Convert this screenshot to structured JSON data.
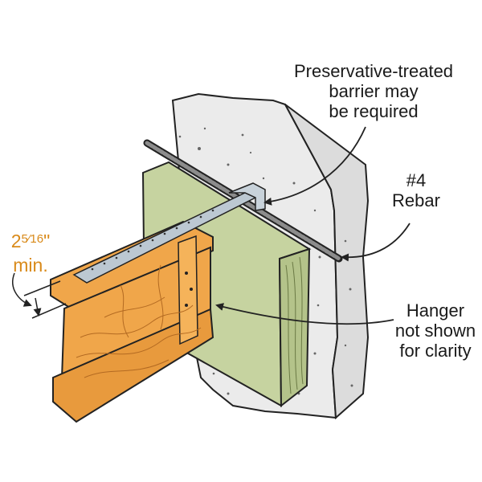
{
  "labels": {
    "barrier": [
      "Preservative-treated",
      "barrier may",
      "be required"
    ],
    "rebar": [
      "#4",
      "Rebar"
    ],
    "hanger": [
      "Hanger",
      "not shown",
      "for clarity"
    ],
    "dimension": {
      "whole": "2",
      "fraction": "5⁄16",
      "inch_mark": "\"",
      "suffix": "min."
    }
  },
  "colors": {
    "concrete": "#ebebeb",
    "concrete_side": "#dcdcdc",
    "ledger_face": "#c6d3a0",
    "ledger_end": "#b4c38a",
    "joist": "#f0a64a",
    "joist_dark": "#d98a3a",
    "strap": "#bcc8d2",
    "rebar": "#8c8c8c",
    "dimension_text": "#d98a1a",
    "outline": "#222222"
  }
}
